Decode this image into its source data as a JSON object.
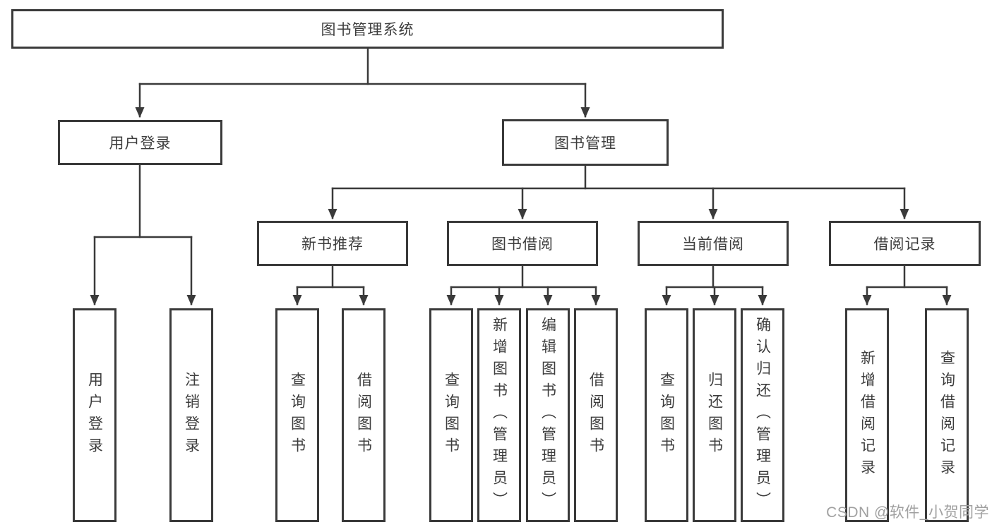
{
  "root": {
    "label": "图书管理系统"
  },
  "level2": [
    {
      "id": "user-login",
      "label": "用户登录",
      "parent": "图书管理系统"
    },
    {
      "id": "book-management",
      "label": "图书管理",
      "parent": "图书管理系统"
    }
  ],
  "level3": [
    {
      "id": "new-book-recommendation",
      "label": "新书推荐",
      "parent": "图书管理"
    },
    {
      "id": "book-borrowing",
      "label": "图书借阅",
      "parent": "图书管理"
    },
    {
      "id": "current-borrowing",
      "label": "当前借阅",
      "parent": "图书管理"
    },
    {
      "id": "borrowing-records",
      "label": "借阅记录",
      "parent": "图书管理"
    }
  ],
  "leaves": [
    {
      "label": "用户登录",
      "parent": "用户登录"
    },
    {
      "label": "注销登录",
      "parent": "用户登录"
    },
    {
      "label": "查询图书",
      "parent": "新书推荐"
    },
    {
      "label": "借阅图书",
      "parent": "新书推荐"
    },
    {
      "label": "查询图书",
      "parent": "图书借阅"
    },
    {
      "label": "新增图书（管理员）",
      "parent": "图书借阅"
    },
    {
      "label": "编辑图书（管理员）",
      "parent": "图书借阅"
    },
    {
      "label": "借阅图书",
      "parent": "图书借阅"
    },
    {
      "label": "查询图书",
      "parent": "当前借阅"
    },
    {
      "label": "归还图书",
      "parent": "当前借阅"
    },
    {
      "label": "确认归还（管理员）",
      "parent": "当前借阅"
    },
    {
      "label": "新增借阅记录",
      "parent": "借阅记录"
    },
    {
      "label": "查询借阅记录",
      "parent": "借阅记录"
    }
  ],
  "watermark": "CSDN @软件_小贺同学",
  "colors": {
    "line": "#3a3a3a",
    "text": "#3d3d3d",
    "watermark": "#a0a0a0",
    "bg": "#ffffff"
  }
}
